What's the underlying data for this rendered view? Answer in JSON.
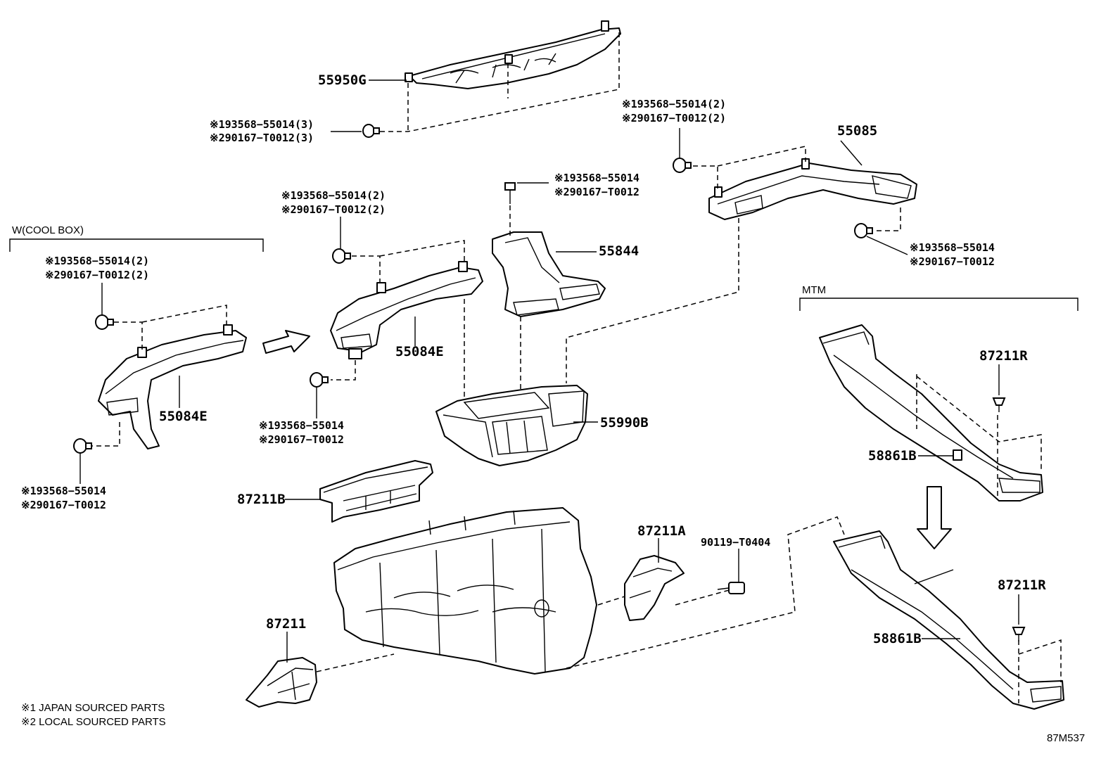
{
  "diagram_code": "87M537",
  "notes": {
    "note1": "※1 JAPAN SOURCED PARTS",
    "note2": "※2 LOCAL SOURCED PARTS"
  },
  "groups": {
    "cool_box": "W(COOL BOX)",
    "mtm": "MTM"
  },
  "parts": {
    "p55950G": "55950G",
    "p55085": "55085",
    "p55844": "55844",
    "p55084E_a": "55084E",
    "p55084E_b": "55084E",
    "p55990B": "55990B",
    "p87211B": "87211B",
    "p87211A": "87211A",
    "p87211": "87211",
    "p90119": "90119−T0404",
    "p87211R_a": "87211R",
    "p87211R_b": "87211R",
    "p58861B_a": "58861B",
    "p58861B_b": "58861B"
  },
  "fasteners": {
    "f1_a": "※193568−55014(3)",
    "f1_b": "※290167−T0012(3)",
    "f2_a": "※193568−55014(2)",
    "f2_b": "※290167−T0012(2)",
    "f3_a": "※193568−55014",
    "f3_b": "※290167−T0012",
    "f4_a": "※193568−55014(2)",
    "f4_b": "※290167−T0012(2)",
    "f5_a": "※193568−55014",
    "f5_b": "※290167−T0012",
    "f6_a": "※193568−55014(2)",
    "f6_b": "※290167−T0012(2)",
    "f7_a": "※193568−55014",
    "f7_b": "※290167−T0012",
    "f8_a": "※193568−55014",
    "f8_b": "※290167−T0012"
  }
}
